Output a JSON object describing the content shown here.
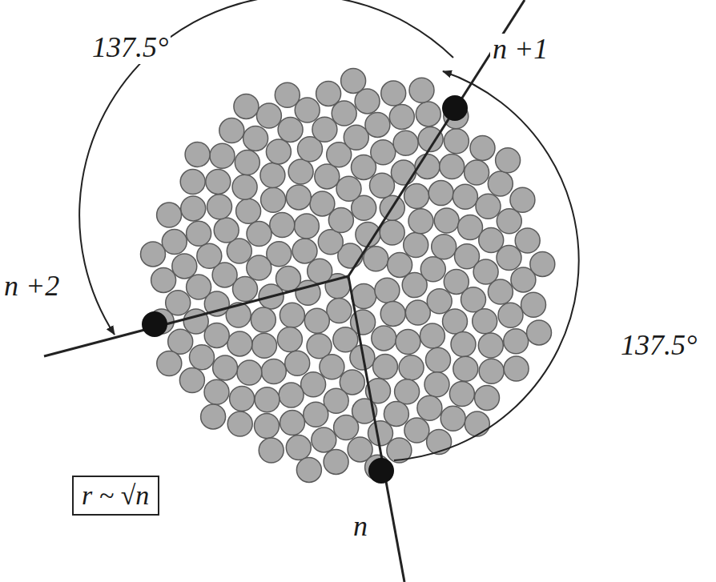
{
  "diagram": {
    "nodes": [
      {
        "text": [
          "r ~ √n"
        ]
      }
    ],
    "labels": [
      "137.5°",
      "n +1",
      "n +2",
      "137.5°",
      "n"
    ]
  }
}
